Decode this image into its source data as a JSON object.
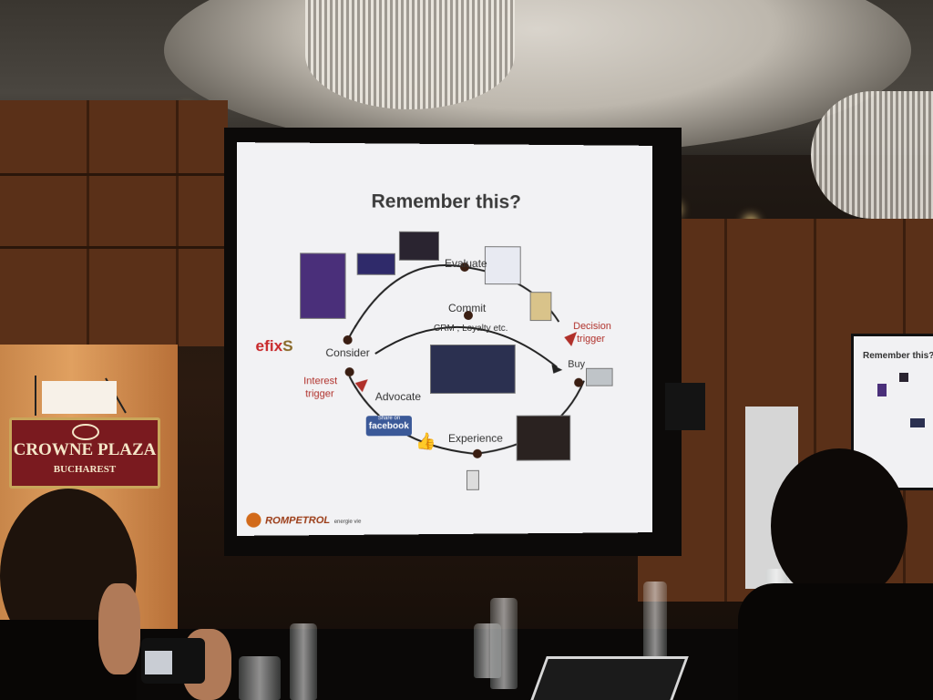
{
  "slide": {
    "title": "Remember this?",
    "stages": {
      "evaluate": "Evaluate",
      "commit": "Commit",
      "consider": "Consider",
      "crm": "CRM , Loyalty etc.",
      "decision_trigger_1": "Decision",
      "decision_trigger_2": "trigger",
      "buy": "Buy",
      "interest_trigger_1": "Interest",
      "interest_trigger_2": "trigger",
      "advocate": "Advocate",
      "experience": "Experience"
    },
    "logos": {
      "efix": "efix",
      "rompetrol": "ROMPETROL",
      "rompetrol_sub": "energie vie",
      "facebook_top": "Share on",
      "facebook": "facebook"
    }
  },
  "venue_sign": {
    "name": "CROWNE PLAZA",
    "city": "BUCHAREST"
  },
  "side_monitor": {
    "title": "Remember this?"
  },
  "colors": {
    "slide_bg": "#f2f2f4",
    "trigger_red": "#b0302a",
    "sign_red": "#7a1a1f",
    "facebook_blue": "#3b5998"
  }
}
